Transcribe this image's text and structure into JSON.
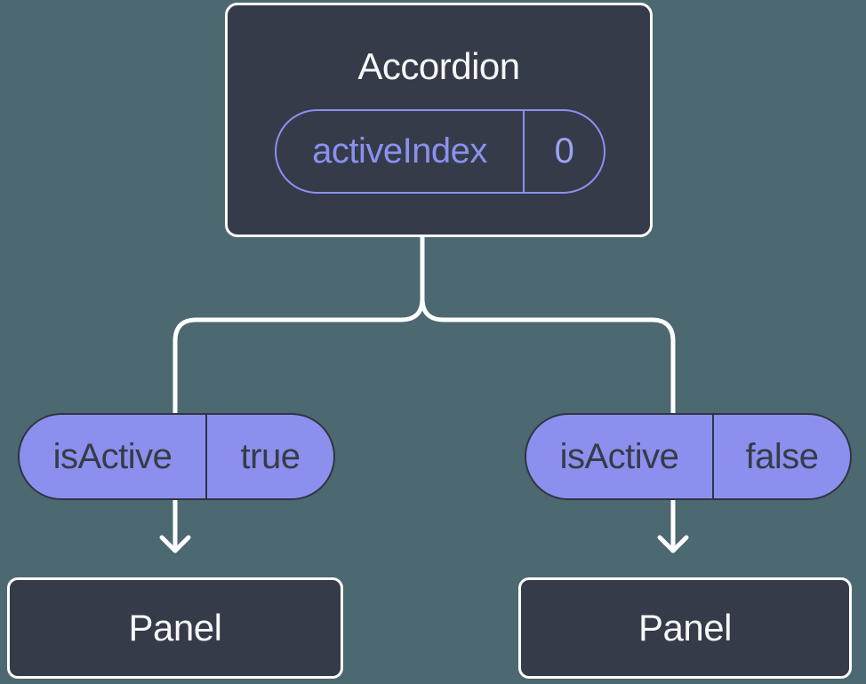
{
  "colors": {
    "background": "#4C6870",
    "node-bg": "#353B48",
    "node-border": "#FFFFFF",
    "line": "#FFFFFF",
    "accent-purple": "#8B90F0",
    "accent-purple-light": "#9CA3F2",
    "pill-fill": "#8D8FEE",
    "pill-border": "#2F3540",
    "pill-text": "#363C47",
    "text-light": "#F6F7F9"
  },
  "tree": {
    "root": {
      "label": "Accordion",
      "state": {
        "name": "activeIndex",
        "value": "0"
      }
    },
    "children": [
      {
        "prop": {
          "name": "isActive",
          "value": "true"
        },
        "label": "Panel"
      },
      {
        "prop": {
          "name": "isActive",
          "value": "false"
        },
        "label": "Panel"
      }
    ]
  }
}
